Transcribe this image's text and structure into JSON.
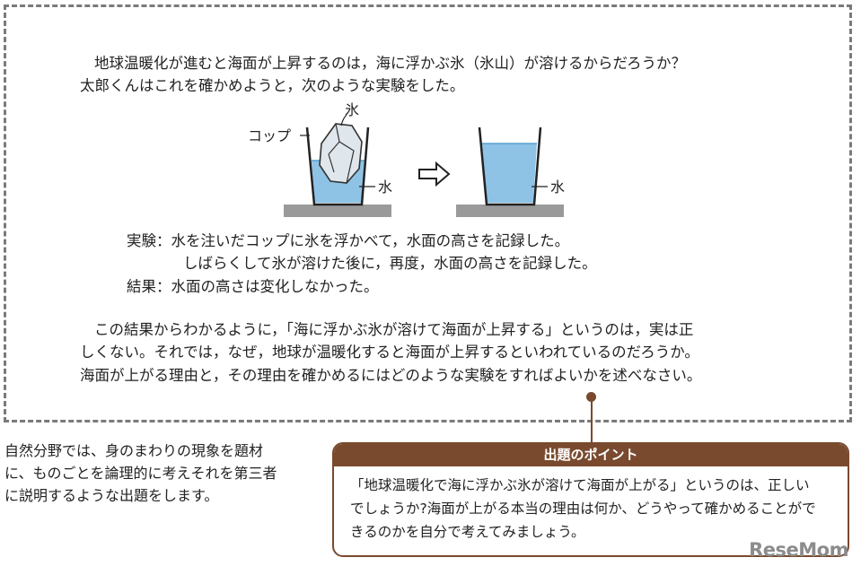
{
  "question": {
    "intro_line1": "地球温暖化が進むと海面が上昇するのは，海に浮かぶ氷（氷山）が溶けるからだろうか？",
    "intro_line2": "太郎くんはこれを確かめようと，次のような実験をした。",
    "figure": {
      "cup_label": "コップ",
      "ice_label": "氷",
      "water_label_before": "水",
      "water_label_after": "水"
    },
    "experiment_line1": "実験：水を注いだコップに氷を浮かべて，水面の高さを記録した。",
    "experiment_line2": "しばらくして氷が溶けた後に，再度，水面の高さを記録した。",
    "result_line": "結果：水面の高さは変化しなかった。",
    "conclusion_line1": "この結果からわかるように，「海に浮かぶ氷が溶けて海面が上昇する」というのは，実は正",
    "conclusion_line2": "しくない。それでは，なぜ，地球が温暖化すると海面が上昇するといわれているのだろうか。",
    "conclusion_line3": "海面が上がる理由と，その理由を確かめるにはどのような実験をすればよいかを述べなさい。"
  },
  "left_note": {
    "line1": "自然分野では、身のまわりの現象を題材",
    "line2": "に、ものごとを論理的に考えそれを第三者",
    "line3": "に説明するような出題をします。"
  },
  "point_box": {
    "title": "出題のポイント",
    "line1": "「地球温暖化で海に浮かぶ氷が溶けて海面が上がる」というのは、正しい",
    "line2": "でしょうか?海面が上がる本当の理由は何か、どうやって確かめることがで",
    "line3": "きるのかを自分で考えてみましょう。"
  },
  "logo": {
    "text": "ReseMom"
  },
  "colors": {
    "water": "#8ec3e6",
    "water_top": "#5a9fd0",
    "accent_brown": "#7a4a2e",
    "frame_border": "#7a7a7a"
  }
}
